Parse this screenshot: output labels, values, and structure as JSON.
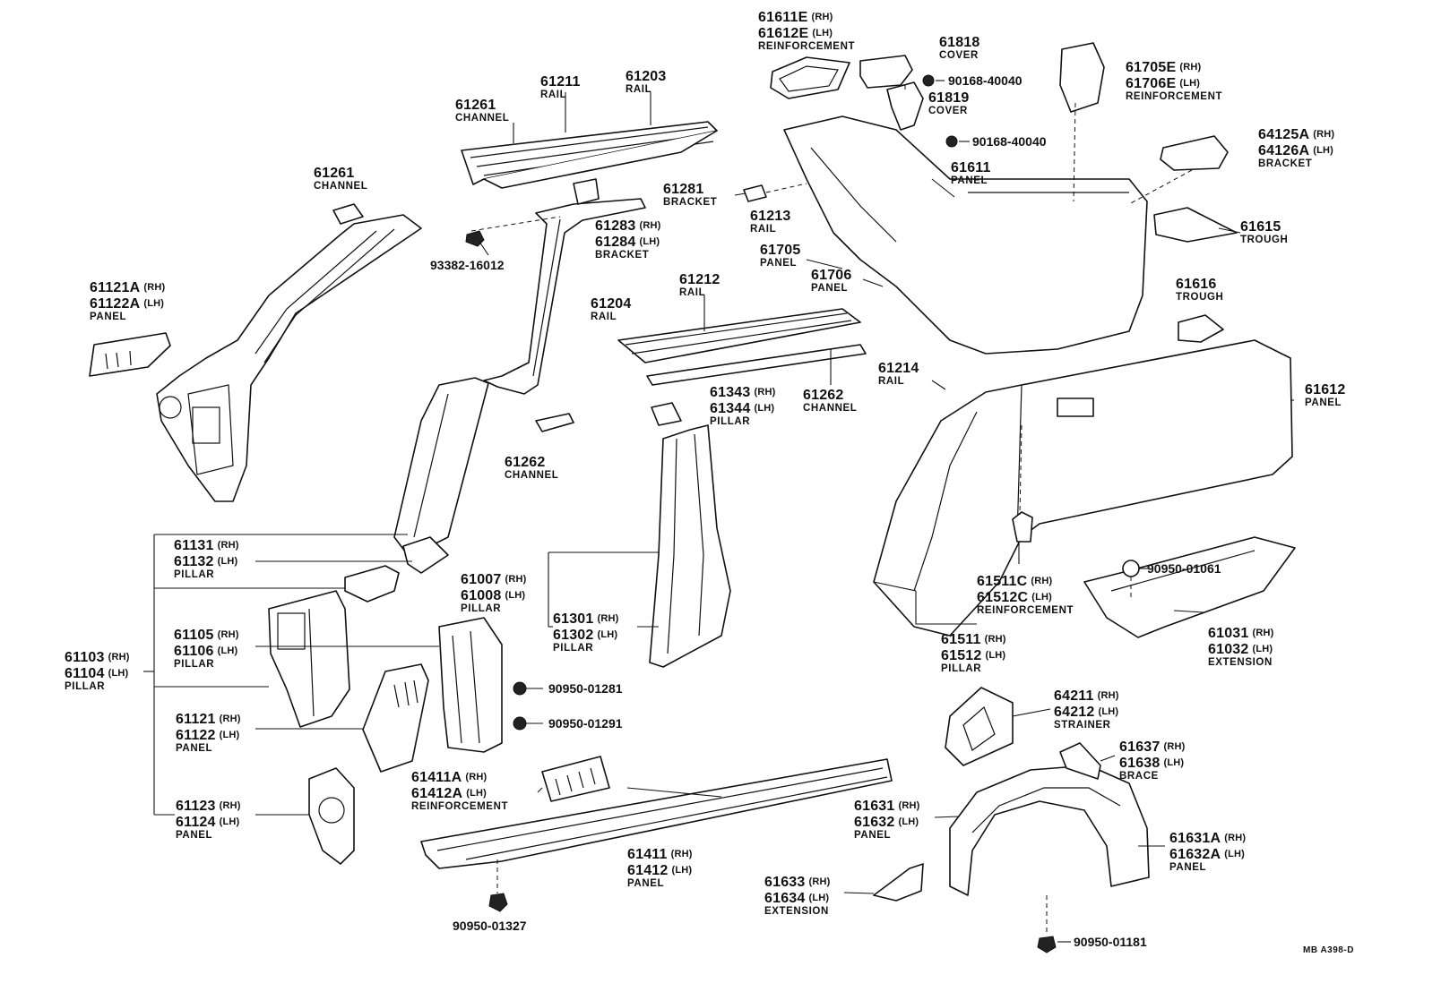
{
  "labels": {
    "p61611E": {
      "num1": "61611E",
      "side1": "(RH)",
      "num2": "61612E",
      "side2": "(LH)",
      "desc": "REINFORCEMENT"
    },
    "p61818": {
      "num": "61818",
      "desc": "COVER"
    },
    "p61819": {
      "num": "61819",
      "desc": "COVER"
    },
    "p61705E": {
      "num1": "61705E",
      "side1": "(RH)",
      "num2": "61706E",
      "side2": "(LH)",
      "desc": "REINFORCEMENT"
    },
    "p64125A": {
      "num1": "64125A",
      "side1": "(RH)",
      "num2": "64126A",
      "side2": "(LH)",
      "desc": "BRACKET"
    },
    "p61211": {
      "num": "61211",
      "desc": "RAIL"
    },
    "p61203": {
      "num": "61203",
      "desc": "RAIL"
    },
    "p61261top": {
      "num": "61261",
      "desc": "CHANNEL"
    },
    "p61261left": {
      "num": "61261",
      "desc": "CHANNEL"
    },
    "p61281": {
      "num": "61281",
      "desc": "BRACKET"
    },
    "p61283": {
      "num1": "61283",
      "side1": "(RH)",
      "num2": "61284",
      "side2": "(LH)",
      "desc": "BRACKET"
    },
    "p61213": {
      "num": "61213",
      "desc": "RAIL"
    },
    "p61611": {
      "num": "61611",
      "desc": "PANEL"
    },
    "p61615": {
      "num": "61615",
      "desc": "TROUGH"
    },
    "p61616": {
      "num": "61616",
      "desc": "TROUGH"
    },
    "p61705": {
      "num": "61705",
      "desc": "PANEL"
    },
    "p61706": {
      "num": "61706",
      "desc": "PANEL"
    },
    "p61121A": {
      "num1": "61121A",
      "side1": "(RH)",
      "num2": "61122A",
      "side2": "(LH)",
      "desc": "PANEL"
    },
    "p61212": {
      "num": "61212",
      "desc": "RAIL"
    },
    "p61204": {
      "num": "61204",
      "desc": "RAIL"
    },
    "p61214": {
      "num": "61214",
      "desc": "RAIL"
    },
    "p61612": {
      "num": "61612",
      "desc": "PANEL"
    },
    "p61343": {
      "num1": "61343",
      "side1": "(RH)",
      "num2": "61344",
      "side2": "(LH)",
      "desc": "PILLAR"
    },
    "p61262right": {
      "num": "61262",
      "desc": "CHANNEL"
    },
    "p61262left": {
      "num": "61262",
      "desc": "CHANNEL"
    },
    "p61131": {
      "num1": "61131",
      "side1": "(RH)",
      "num2": "61132",
      "side2": "(LH)",
      "desc": "PILLAR"
    },
    "p61007": {
      "num1": "61007",
      "side1": "(RH)",
      "num2": "61008",
      "side2": "(LH)",
      "desc": "PILLAR"
    },
    "p61511C": {
      "num1": "61511C",
      "side1": "(RH)",
      "num2": "61512C",
      "side2": "(LH)",
      "desc": "REINFORCEMENT"
    },
    "p61105": {
      "num1": "61105",
      "side1": "(RH)",
      "num2": "61106",
      "side2": "(LH)",
      "desc": "PILLAR"
    },
    "p61301": {
      "num1": "61301",
      "side1": "(RH)",
      "num2": "61302",
      "side2": "(LH)",
      "desc": "PILLAR"
    },
    "p61511": {
      "num1": "61511",
      "side1": "(RH)",
      "num2": "61512",
      "side2": "(LH)",
      "desc": "PILLAR"
    },
    "p61031": {
      "num1": "61031",
      "side1": "(RH)",
      "num2": "61032",
      "side2": "(LH)",
      "desc": "EXTENSION"
    },
    "p61103": {
      "num1": "61103",
      "side1": "(RH)",
      "num2": "61104",
      "side2": "(LH)",
      "desc": "PILLAR"
    },
    "p64211": {
      "num1": "64211",
      "side1": "(RH)",
      "num2": "64212",
      "side2": "(LH)",
      "desc": "STRAINER"
    },
    "p61637": {
      "num1": "61637",
      "side1": "(RH)",
      "num2": "61638",
      "side2": "(LH)",
      "desc": "BRACE"
    },
    "p61121": {
      "num1": "61121",
      "side1": "(RH)",
      "num2": "61122",
      "side2": "(LH)",
      "desc": "PANEL"
    },
    "p61411A": {
      "num1": "61411A",
      "side1": "(RH)",
      "num2": "61412A",
      "side2": "(LH)",
      "desc": "REINFORCEMENT"
    },
    "p61123": {
      "num1": "61123",
      "side1": "(RH)",
      "num2": "61124",
      "side2": "(LH)",
      "desc": "PANEL"
    },
    "p61631": {
      "num1": "61631",
      "side1": "(RH)",
      "num2": "61632",
      "side2": "(LH)",
      "desc": "PANEL"
    },
    "p61411": {
      "num1": "61411",
      "side1": "(RH)",
      "num2": "61412",
      "side2": "(LH)",
      "desc": "PANEL"
    },
    "p61631A": {
      "num1": "61631A",
      "side1": "(RH)",
      "num2": "61632A",
      "side2": "(LH)",
      "desc": "PANEL"
    },
    "p61633": {
      "num1": "61633",
      "side1": "(RH)",
      "num2": "61634",
      "side2": "(LH)",
      "desc": "EXTENSION"
    }
  },
  "hardware": {
    "h90168a": "90168-40040",
    "h90168b": "90168-40040",
    "h93382": "93382-16012",
    "h90950_01061": "90950-01061",
    "h90950_01281": "90950-01281",
    "h90950_01291": "90950-01291",
    "h90950_01327": "90950-01327",
    "h90950_01181": "90950-01181"
  },
  "reference": "MB A398-D"
}
